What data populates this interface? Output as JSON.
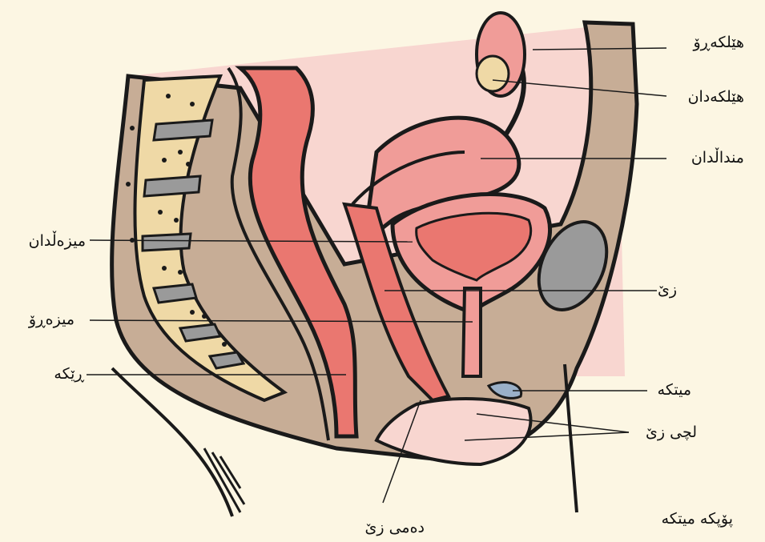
{
  "labels": {
    "ovary": "هێلکەڕۆ",
    "fallopian_tube": "هێلکەدان",
    "uterus": "منداڵدان",
    "bladder": "میزەڵدان",
    "urethra": "میزەڕۆ",
    "vagina": "زێ",
    "rectum": "ڕێکە",
    "clitoris": "میتکە",
    "labia": "لچی زێ",
    "vaginal_opening": "دەمی زێ",
    "clitoral_hood": "پۆپکە میتکە"
  },
  "colors": {
    "background": "#fcf6e3",
    "tissue": "#c7ad96",
    "organ_light": "#f6c7c2",
    "organ_mid": "#f09c98",
    "organ_dark": "#ea7770",
    "bone": "#efd9a6",
    "disc": "#9a9a9a",
    "outline": "#1a1a1a"
  }
}
